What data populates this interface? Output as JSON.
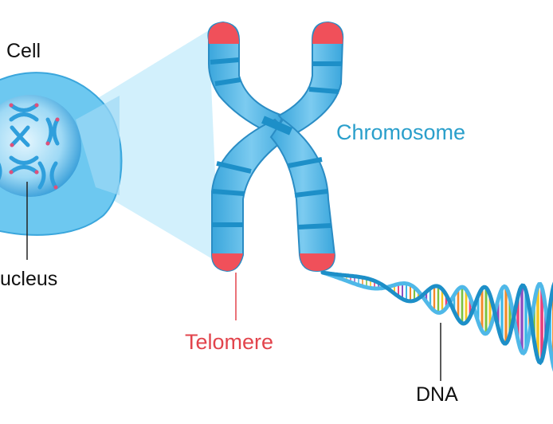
{
  "labels": {
    "cell": "Cell",
    "nucleus": "ucleus",
    "chromosome": "Chromosome",
    "telomere": "Telomere",
    "dna": "DNA"
  },
  "colors": {
    "chromosome_label": "#2a9fcb",
    "telomere_label": "#e2444c",
    "chromosome_body": "#4fb3e3",
    "chromosome_band": "#1d8fc8",
    "telomere_cap": "#f0505a",
    "cell_outer": "#5cc0ee",
    "nucleus": "#2f9fdc",
    "zoom_beam": "#cdeefc"
  }
}
